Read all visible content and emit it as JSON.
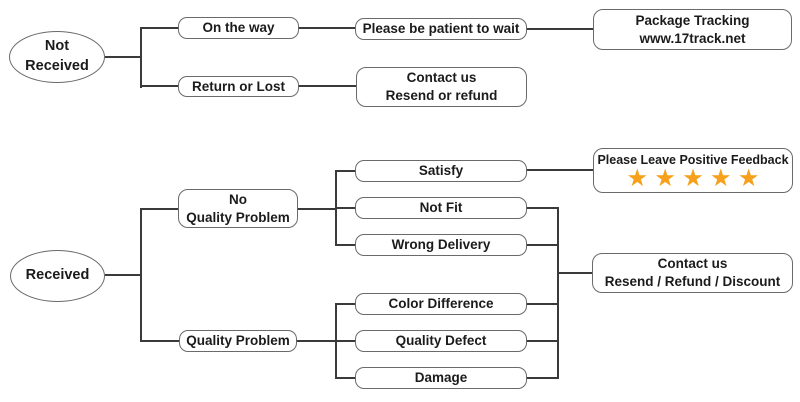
{
  "flowchart": {
    "background": "#ffffff",
    "colors": {
      "line": "#3a3a3a",
      "box_border": "#6a6a6a",
      "text": "#1b1b1b",
      "star": "#F6A01B"
    },
    "not_received_branch": {
      "root": "Not Received",
      "on_the_way": "On the way",
      "be_patient": "Please be patient to wait",
      "package_tracking": {
        "line1": "Package Tracking",
        "line2": "www.17track.net"
      },
      "return_or_lost": "Return or Lost",
      "contact_us": {
        "line1": "Contact us",
        "line2": "Resend or refund"
      }
    },
    "received_branch": {
      "root": "Received",
      "no_quality_problem": {
        "line1": "No",
        "line2": "Quality Problem"
      },
      "quality_problem": "Quality Problem",
      "satisfy": "Satisfy",
      "not_fit": "Not Fit",
      "wrong_delivery": "Wrong Delivery",
      "color_difference": "Color Difference",
      "quality_defect": "Quality Defect",
      "damage": "Damage",
      "feedback": {
        "label": "Please Leave Positive Feedback",
        "star_count": 5,
        "star_icon": "★"
      },
      "contact_us": {
        "line1": "Contact us",
        "line2": "Resend / Refund / Discount"
      }
    }
  }
}
